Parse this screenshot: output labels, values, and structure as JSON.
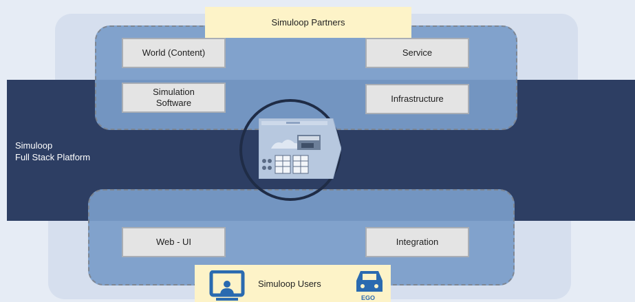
{
  "partners": {
    "label": "Simuloop Partners"
  },
  "users": {
    "label": "Simuloop Users",
    "ego_label": "EGO"
  },
  "platform": {
    "label": "Simuloop\nFull Stack Platform"
  },
  "components": {
    "world": "World (Content)",
    "service": "Service",
    "simulation_software": "Simulation\nSoftware",
    "infrastructure": "Infrastructure",
    "web_ui": "Web - UI",
    "integration": "Integration"
  },
  "icons": {
    "hub": "simuloop-platform-screenshot-icon",
    "users_left": "presenter-screen-icon",
    "users_right": "car-icon"
  },
  "colors": {
    "band": "#2d3e63",
    "group_fill": "#7a9cc9",
    "yellow": "#fdf3c8",
    "icon_blue": "#2a6ab0"
  }
}
